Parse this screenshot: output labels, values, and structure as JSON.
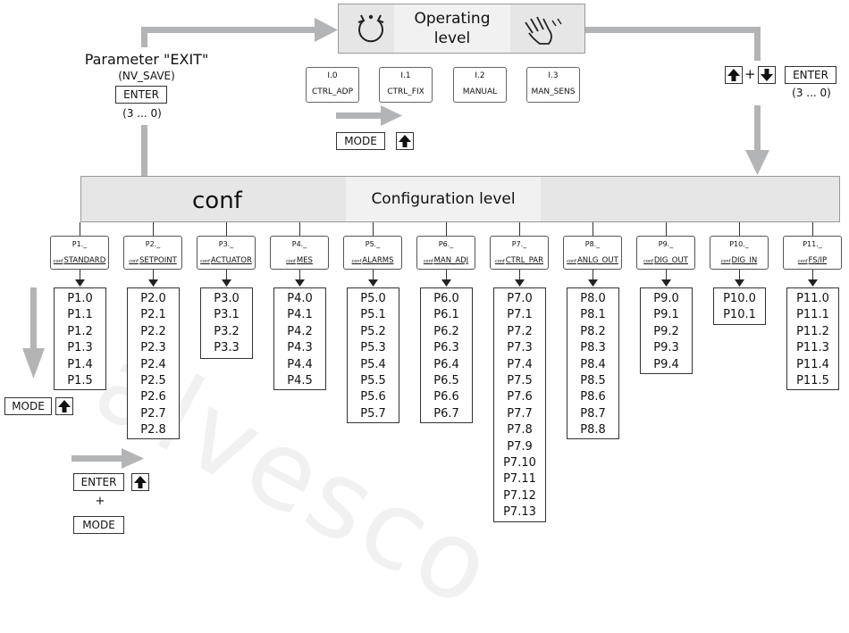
{
  "watermark": "alvesco",
  "operating": {
    "title_line1": "Operating",
    "title_line2": "level",
    "modes": [
      {
        "num": "I.0",
        "label": "CTRL_ADP"
      },
      {
        "num": "I.1",
        "label": "CTRL_FIX"
      },
      {
        "num": "I.2",
        "label": "MANUAL"
      },
      {
        "num": "I.3",
        "label": "MAN_SENS"
      }
    ],
    "mode_key": "MODE"
  },
  "exit": {
    "title": "Parameter \"EXIT\"",
    "subtitle": "(NV_SAVE)",
    "enter_key": "ENTER",
    "countdown": "(3 ... 0)"
  },
  "right_combo": {
    "plus": "+",
    "enter_key": "ENTER",
    "countdown": "(3 ... 0)"
  },
  "configuration": {
    "conf": "conf",
    "title": "Configuration level"
  },
  "menus": [
    {
      "num": "P1._",
      "prefix": "conf",
      "label": "STANDARD",
      "params": [
        "P1.0",
        "P1.1",
        "P1.2",
        "P1.3",
        "P1.4",
        "P1.5"
      ]
    },
    {
      "num": "P2._",
      "prefix": "conf",
      "label": "SETPOINT",
      "params": [
        "P2.0",
        "P2.1",
        "P2.2",
        "P2.3",
        "P2.4",
        "P2.5",
        "P2.6",
        "P2.7",
        "P2.8"
      ]
    },
    {
      "num": "P3._",
      "prefix": "conf",
      "label": "ACTUATOR",
      "params": [
        "P3.0",
        "P3.1",
        "P3.2",
        "P3.3"
      ]
    },
    {
      "num": "P4._",
      "prefix": "conf",
      "label": "MES",
      "params": [
        "P4.0",
        "P4.1",
        "P4.2",
        "P4.3",
        "P4.4",
        "P4.5"
      ]
    },
    {
      "num": "P5._",
      "prefix": "conf",
      "label": "ALARMS",
      "params": [
        "P5.0",
        "P5.1",
        "P5.2",
        "P5.3",
        "P5.4",
        "P5.5",
        "P5.6",
        "P5.7"
      ]
    },
    {
      "num": "P6._",
      "prefix": "conf",
      "label": "MAN_ADJ",
      "params": [
        "P6.0",
        "P6.1",
        "P6.2",
        "P6.3",
        "P6.4",
        "P6.5",
        "P6.6",
        "P6.7"
      ]
    },
    {
      "num": "P7._",
      "prefix": "conf",
      "label": "CTRL_PAR",
      "params": [
        "P7.0",
        "P7.1",
        "P7.2",
        "P7.3",
        "P7.4",
        "P7.5",
        "P7.6",
        "P7.7",
        "P7.8",
        "P7.9",
        "P7.10",
        "P7.11",
        "P7.12",
        "P7.13"
      ]
    },
    {
      "num": "P8._",
      "prefix": "conf",
      "label": "ANLG_OUT",
      "params": [
        "P8.0",
        "P8.1",
        "P8.2",
        "P8.3",
        "P8.4",
        "P8.5",
        "P8.6",
        "P8.7",
        "P8.8"
      ]
    },
    {
      "num": "P9._",
      "prefix": "conf",
      "label": "DIG_OUT",
      "params": [
        "P9.0",
        "P9.1",
        "P9.2",
        "P9.3",
        "P9.4"
      ]
    },
    {
      "num": "P10._",
      "prefix": "conf",
      "label": "DIG_IN",
      "params": [
        "P10.0",
        "P10.1"
      ]
    },
    {
      "num": "P11._",
      "prefix": "conf",
      "label": "FS/IP",
      "params": [
        "P11.0",
        "P11.1",
        "P11.2",
        "P11.3",
        "P11.4",
        "P11.5"
      ]
    }
  ],
  "left_nav": {
    "mode_key": "MODE"
  },
  "bottom_combo": {
    "enter_key": "ENTER",
    "plus": "+",
    "mode_key": "MODE"
  },
  "colors": {
    "bar": "#b2b4b6",
    "panel": "#e6e6e7",
    "stroke": "#333333"
  },
  "icons": [
    "rotate-icon",
    "hand-icon",
    "arrow-up-icon",
    "arrow-down-icon"
  ]
}
